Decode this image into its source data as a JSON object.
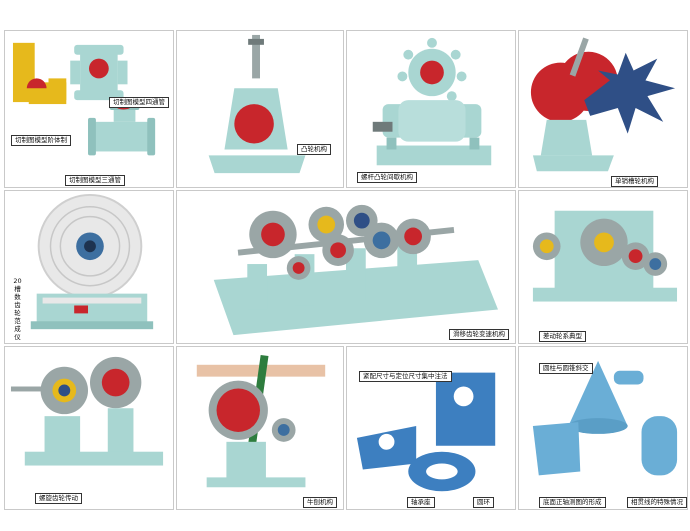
{
  "colors": {
    "model_blue": "#a9d6d2",
    "gear_red": "#c8262c",
    "gear_blue": "#2f4f86",
    "gear_yellow": "#e6b91c",
    "metal": "#9aa6a6"
  },
  "panels": [
    {
      "id": "p1",
      "labels": [
        "切制图模型阶体制",
        "切制图模型四通管",
        "切制图模型三通管"
      ]
    },
    {
      "id": "p2",
      "labels": [
        "凸轮机构"
      ]
    },
    {
      "id": "p3",
      "labels": [
        "螺杆凸轮间歇机构"
      ]
    },
    {
      "id": "p4",
      "labels": [
        "单销槽轮机构"
      ]
    },
    {
      "id": "p5",
      "labels": [
        "20槽数齿轮范成仪"
      ]
    },
    {
      "id": "p6",
      "labels": [
        "滑移齿轮变速机构"
      ]
    },
    {
      "id": "p7",
      "labels": [
        "差动轮系典型"
      ]
    },
    {
      "id": "p8",
      "labels": [
        "螺旋齿轮传动"
      ]
    },
    {
      "id": "p9",
      "labels": [
        "牛刨机构"
      ]
    },
    {
      "id": "p10",
      "labels": [
        "紧配尺寸与定位尺寸集中注法",
        "轴承座",
        "圆环"
      ]
    },
    {
      "id": "p11",
      "labels": [
        "圆柱与圆锥斜交",
        "底面正轴测图的形成",
        "相贯线的特殊情况"
      ]
    }
  ]
}
